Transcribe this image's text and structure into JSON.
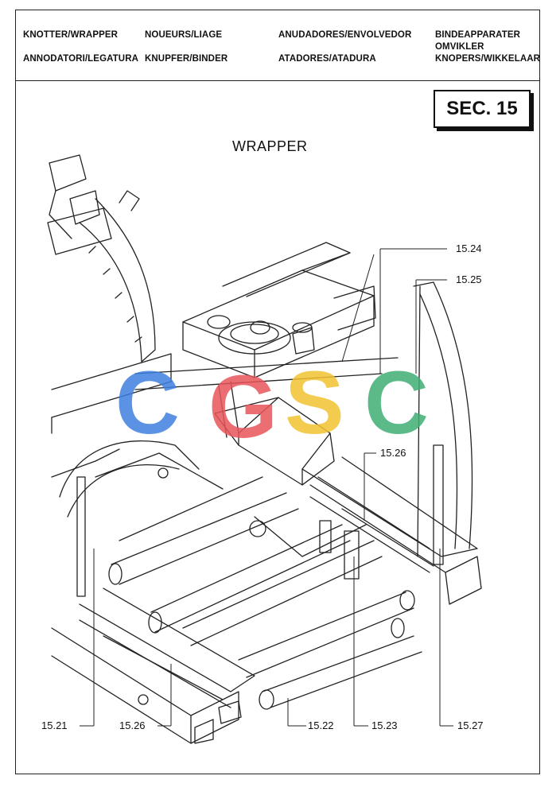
{
  "header": {
    "col1": [
      "KNOTTER/WRAPPER",
      "ANNODATORI/LEGATURA"
    ],
    "col2": [
      "NOUEURS/LIAGE",
      "KNUPFER/BINDER"
    ],
    "col3": [
      "ANUDADORES/ENVOLVEDOR",
      "ATADORES/ATADURA"
    ],
    "col4": [
      "BINDEAPPARATER",
      "OMVIKLER",
      "KNOPERS/WIKKELAAR"
    ]
  },
  "section": "SEC. 15",
  "title": "WRAPPER",
  "refs": {
    "r1524": "15.24",
    "r1525": "15.25",
    "r1526a": "15.26",
    "r1521": "15.21",
    "r1526b": "15.26",
    "r1522": "15.22",
    "r1523": "15.23",
    "r1527": "15.27"
  },
  "watermark": {
    "text": "CGSC",
    "colors": [
      "#3f7fe0",
      "#e8565a",
      "#f2c230",
      "#3fae74"
    ]
  }
}
